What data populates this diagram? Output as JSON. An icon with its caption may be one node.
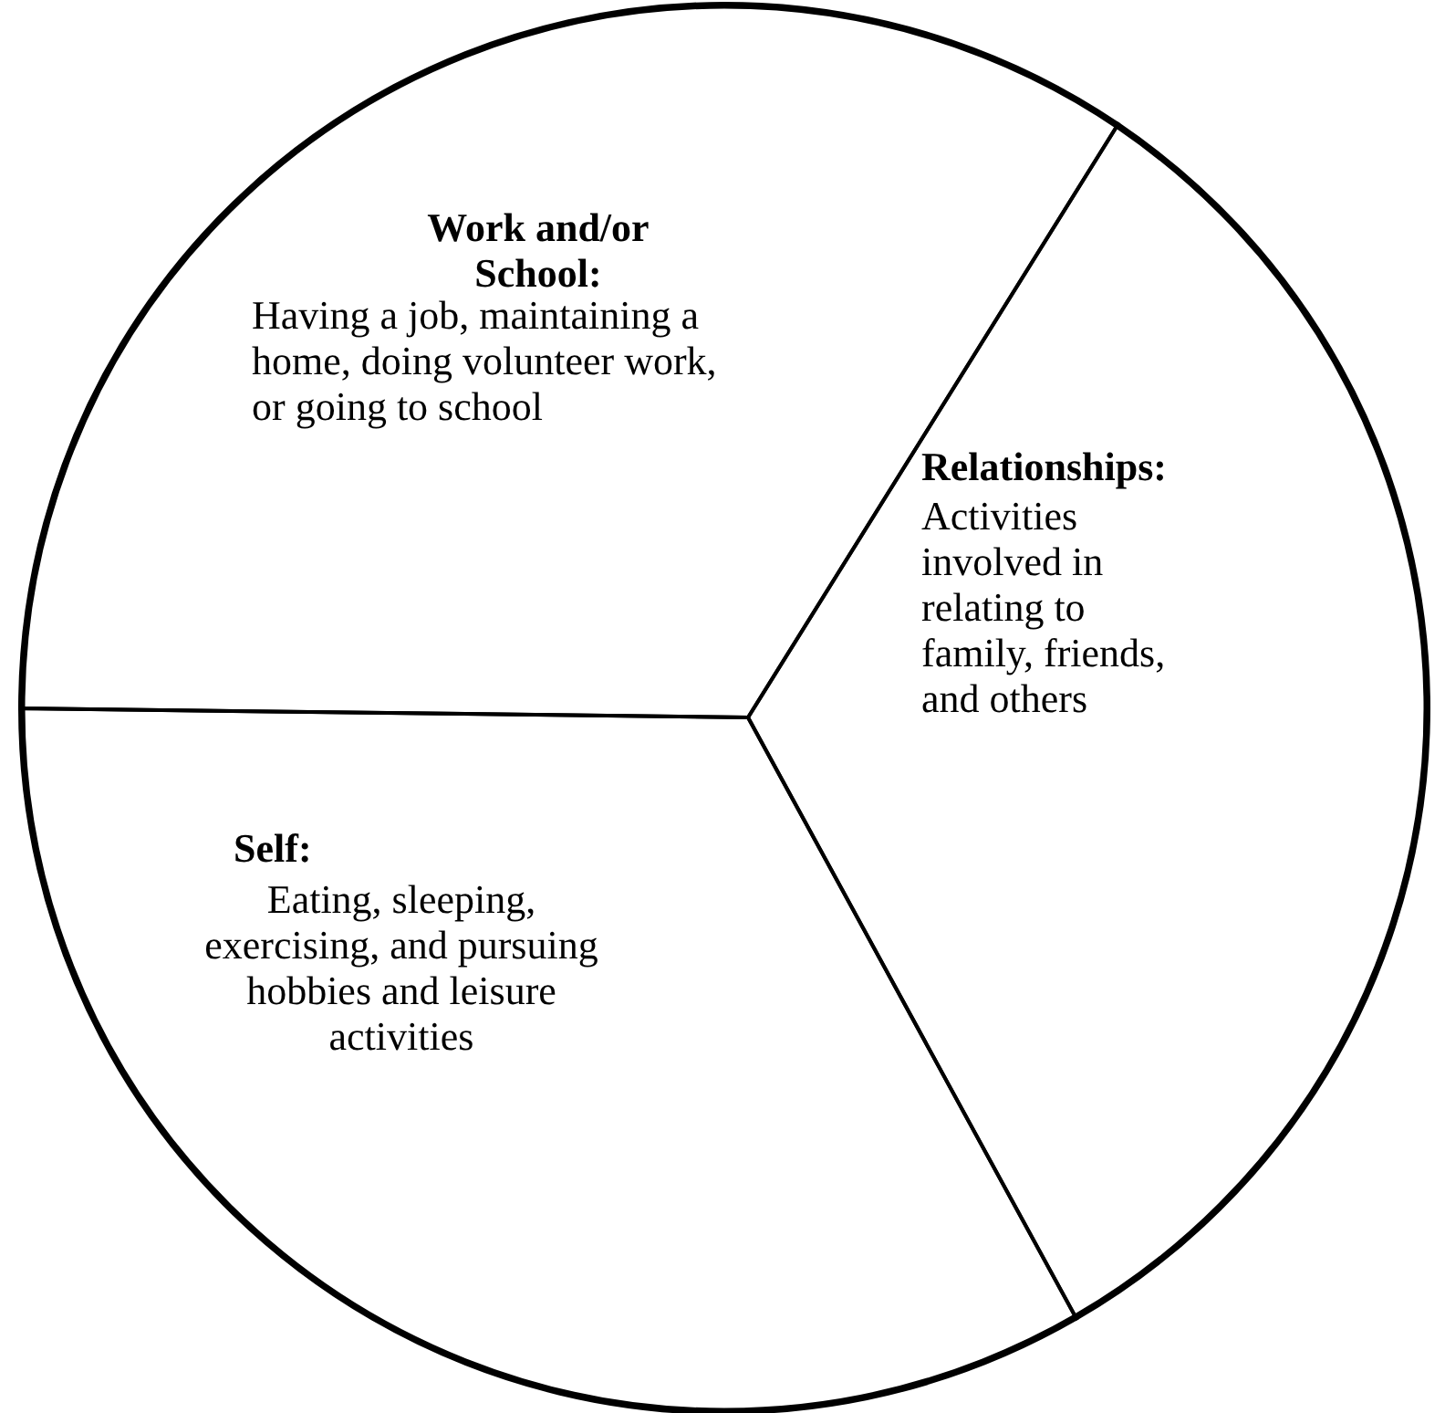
{
  "diagram": {
    "nodes": [
      {
        "text": [],
        "shape": "circle"
      },
      {
        "text": [
          "Work and/or School:",
          "Having a job, maintaining a home, doing volunteer work, or going to school"
        ],
        "in": 0
      },
      {
        "text": [
          "Relationships:",
          "Activities involved in relating to family, friends, and others"
        ],
        "in": 0
      },
      {
        "text": [
          "Self:",
          "Eating, sleeping, exercising, and pursuing hobbies and leisure activities"
        ],
        "in": 0
      }
    ]
  }
}
